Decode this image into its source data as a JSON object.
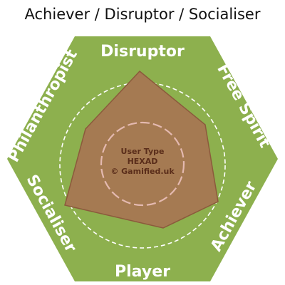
{
  "title": "Achiever / Disruptor / Socialiser",
  "sides": {
    "top": "Disruptor",
    "upper_right": "Free Spirit",
    "lower_right": "Achiever",
    "bottom": "Player",
    "lower_left": "Socialiser",
    "upper_left": "Philanthropist"
  },
  "center": {
    "line1": "User Type",
    "line2": "HEXAD",
    "line3": "© Gamified.uk"
  },
  "colors": {
    "hexagon": "#8db04e",
    "profile_fill": "#a57a52",
    "profile_stroke": "#8b5a3c",
    "guide_circle": "#ffffff",
    "inner_circle": "#e4b9b0"
  }
}
